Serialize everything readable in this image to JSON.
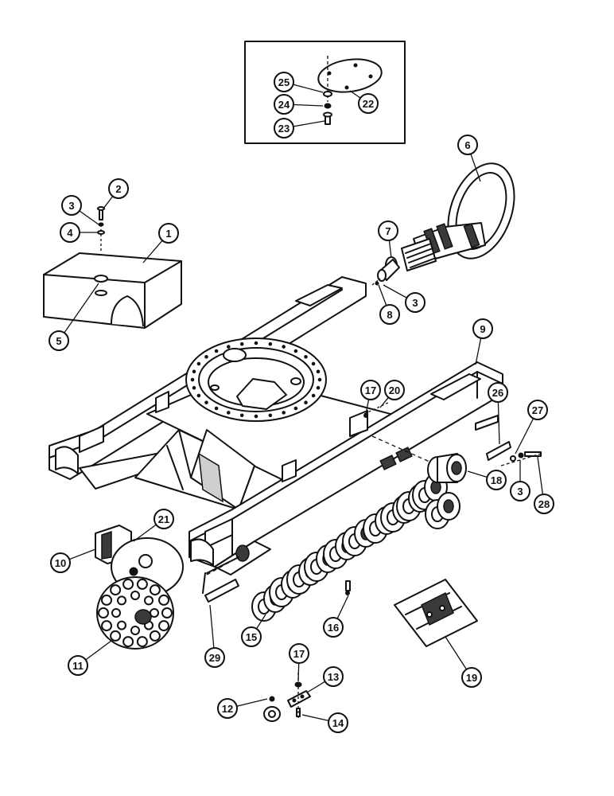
{
  "callouts": [
    {
      "id": "c1",
      "label": "1"
    },
    {
      "id": "c2",
      "label": "2"
    },
    {
      "id": "c3a",
      "label": "3"
    },
    {
      "id": "c4",
      "label": "4"
    },
    {
      "id": "c5",
      "label": "5"
    },
    {
      "id": "c6",
      "label": "6"
    },
    {
      "id": "c7",
      "label": "7"
    },
    {
      "id": "c8",
      "label": "8"
    },
    {
      "id": "c3b",
      "label": "3"
    },
    {
      "id": "c9",
      "label": "9"
    },
    {
      "id": "c10",
      "label": "10"
    },
    {
      "id": "c11",
      "label": "11"
    },
    {
      "id": "c12",
      "label": "12"
    },
    {
      "id": "c13",
      "label": "13"
    },
    {
      "id": "c14",
      "label": "14"
    },
    {
      "id": "c15",
      "label": "15"
    },
    {
      "id": "c16",
      "label": "16"
    },
    {
      "id": "c17a",
      "label": "17"
    },
    {
      "id": "c17b",
      "label": "17"
    },
    {
      "id": "c18",
      "label": "18"
    },
    {
      "id": "c19",
      "label": "19"
    },
    {
      "id": "c20",
      "label": "20"
    },
    {
      "id": "c21",
      "label": "21"
    },
    {
      "id": "c22",
      "label": "22"
    },
    {
      "id": "c23",
      "label": "23"
    },
    {
      "id": "c24",
      "label": "24"
    },
    {
      "id": "c25",
      "label": "25"
    },
    {
      "id": "c26",
      "label": "26"
    },
    {
      "id": "c27",
      "label": "27"
    },
    {
      "id": "c3c",
      "label": "3"
    },
    {
      "id": "c28",
      "label": "28"
    },
    {
      "id": "c29",
      "label": "29"
    }
  ]
}
